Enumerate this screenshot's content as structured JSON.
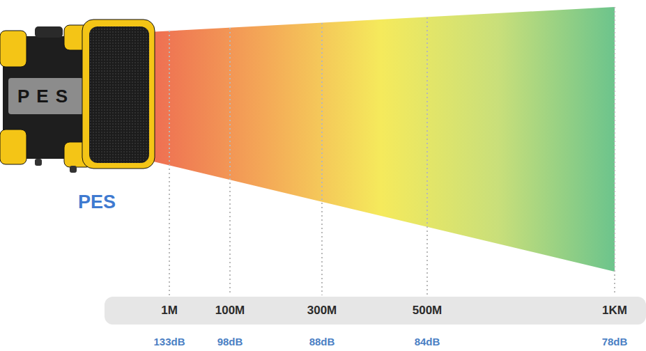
{
  "diagram": {
    "nodes": [
      {
        "text": [
          "1M",
          "100M",
          "300M",
          "500M",
          "1KM"
        ]
      }
    ],
    "labels": [
      "PES",
      "PES",
      "133dB",
      "98dB",
      "88dB",
      "84dB",
      "78dB"
    ]
  }
}
